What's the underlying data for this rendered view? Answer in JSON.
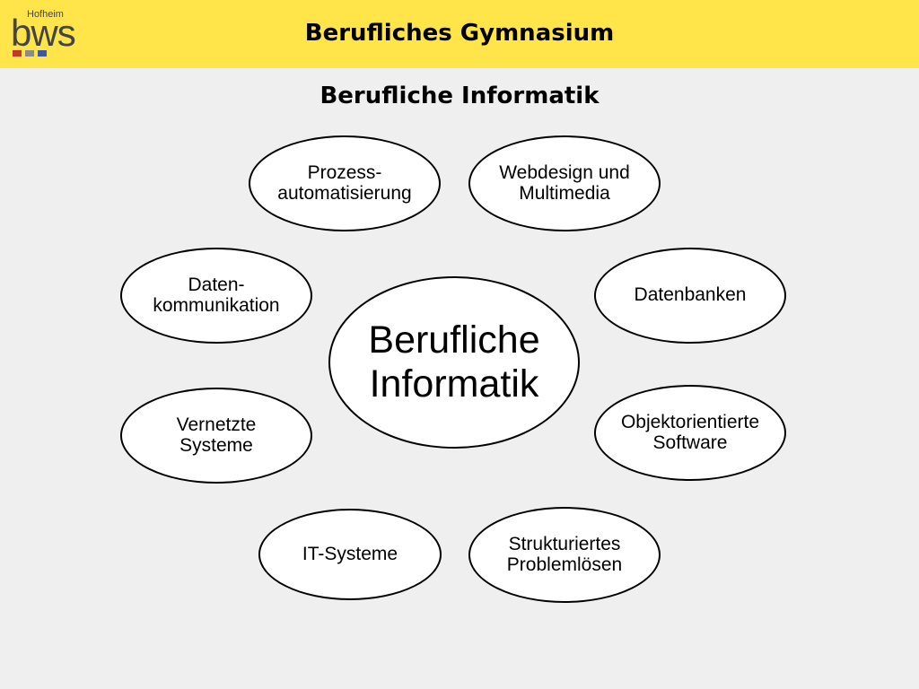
{
  "header": {
    "logo_small": "Hofheim",
    "logo_main": "bws",
    "title": "Berufliches Gymnasium",
    "colors": {
      "bar": "#ffe54a",
      "square_red": "#c0392b",
      "square_gray": "#8a8a8a",
      "square_blue": "#3b5aa0"
    }
  },
  "main": {
    "title": "Berufliche Informatik"
  },
  "diagram": {
    "center": "Berufliche\nInformatik",
    "nodes": [
      "Prozess-\nautomatisierung",
      "Webdesign und\nMultimedia",
      "Daten-\nkommunikation",
      "Datenbanken",
      "Vernetzte\nSysteme",
      "Objektorientierte\nSoftware",
      "IT-Systeme",
      "Strukturiertes\nProblemlösen"
    ]
  }
}
